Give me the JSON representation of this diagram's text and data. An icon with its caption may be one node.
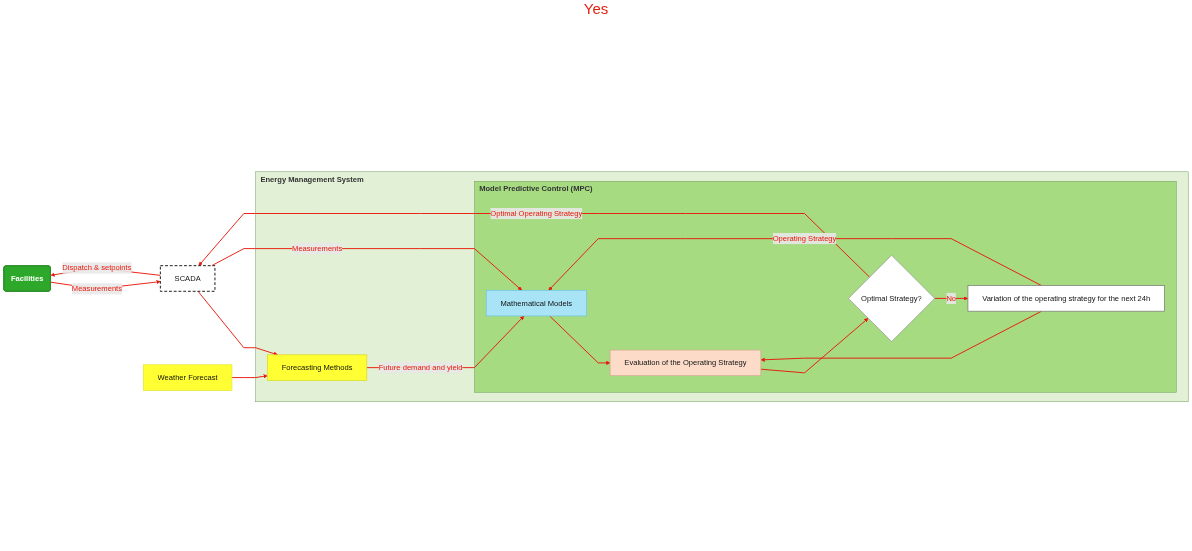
{
  "diagram": {
    "nodes": [
      {
        "text": [
          "Energy Management System"
        ]
      },
      {
        "text": [
          "Weather Forecast"
        ]
      },
      {
        "text": [
          "Forecasting Methods"
        ],
        "in": 0
      },
      {
        "text": [
          "Model Predictive Control (MPC)"
        ],
        "in": 0
      },
      {
        "text": [
          "Mathematical Models"
        ],
        "in": 3
      },
      {
        "text": [
          "Evaluation of the Operating Strategy"
        ],
        "in": 3
      },
      {
        "text": [
          "Variation of the operating strategy for the next 24h"
        ],
        "in": 3
      },
      {
        "text": [
          "Optimal Strategy?"
        ],
        "in": 3
      },
      {
        "text": [
          "Facilities"
        ]
      },
      {
        "text": [
          "SCADA"
        ]
      }
    ],
    "edges": [
      {
        "from": 1,
        "to": 2,
        "arrow": "to"
      },
      {
        "from": 8,
        "to": 9,
        "label": "Measurements",
        "arrow": "to"
      },
      {
        "from": 9,
        "to": 8,
        "label": "Dispatch & setpoints",
        "arrow": "to"
      },
      {
        "from": 9,
        "to": 2,
        "arrow": "to"
      },
      {
        "from": 9,
        "to": 4,
        "label": "Measurements",
        "arrow": "to"
      },
      {
        "from": 2,
        "to": 4,
        "label": "Future demand and yield",
        "arrow": "to"
      },
      {
        "from": 6,
        "to": 4,
        "label": "Operating Strategy",
        "arrow": "to"
      },
      {
        "from": 6,
        "to": 5,
        "arrow": "to"
      },
      {
        "from": 4,
        "to": 5,
        "arrow": "to"
      },
      {
        "from": 5,
        "to": 7,
        "arrow": "to"
      },
      {
        "from": 7,
        "to": 6,
        "label": "No",
        "arrow": "to"
      },
      {
        "from": 7,
        "to": 9,
        "label": "Optimal Operating Strategy",
        "arrow": "to"
      }
    ],
    "labels": [
      "Yes"
    ]
  }
}
